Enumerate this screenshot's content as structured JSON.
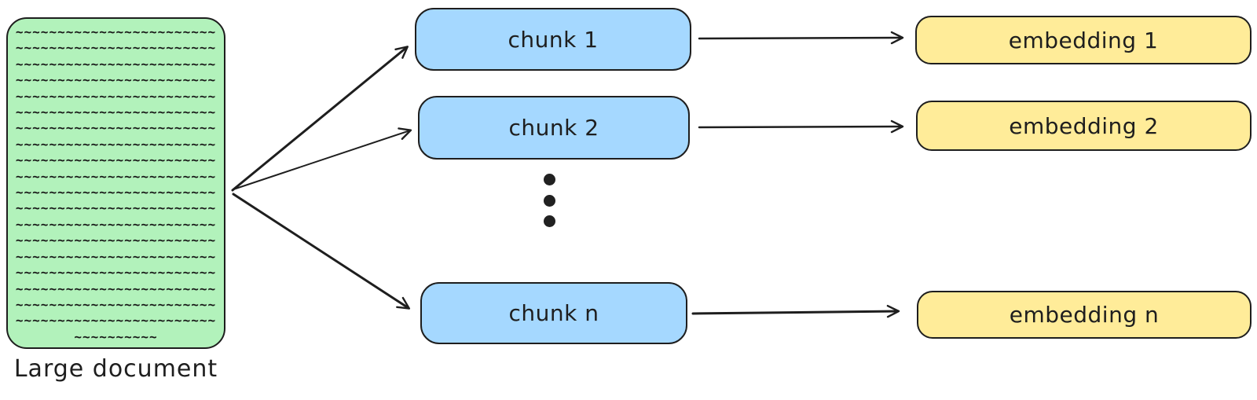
{
  "diagram": {
    "document": {
      "label": "Large document",
      "line_pattern": "~~~~~~~~~~~~~~~~~~~~~~~~",
      "short_line_pattern": "~~~~~~~~~~",
      "full_line_count": 19
    },
    "chunks": [
      {
        "label": "chunk 1"
      },
      {
        "label": "chunk 2"
      },
      {
        "label": "chunk n"
      }
    ],
    "embeddings": [
      {
        "label": "embedding 1"
      },
      {
        "label": "embedding 2"
      },
      {
        "label": "embedding n"
      }
    ],
    "ellipsis": {
      "dot_count": 3
    },
    "colors": {
      "document_fill": "#b2f2bb",
      "chunk_fill": "#a5d8ff",
      "embedding_fill": "#ffec99",
      "stroke": "#1e1e1e",
      "background": "#ffffff"
    }
  }
}
